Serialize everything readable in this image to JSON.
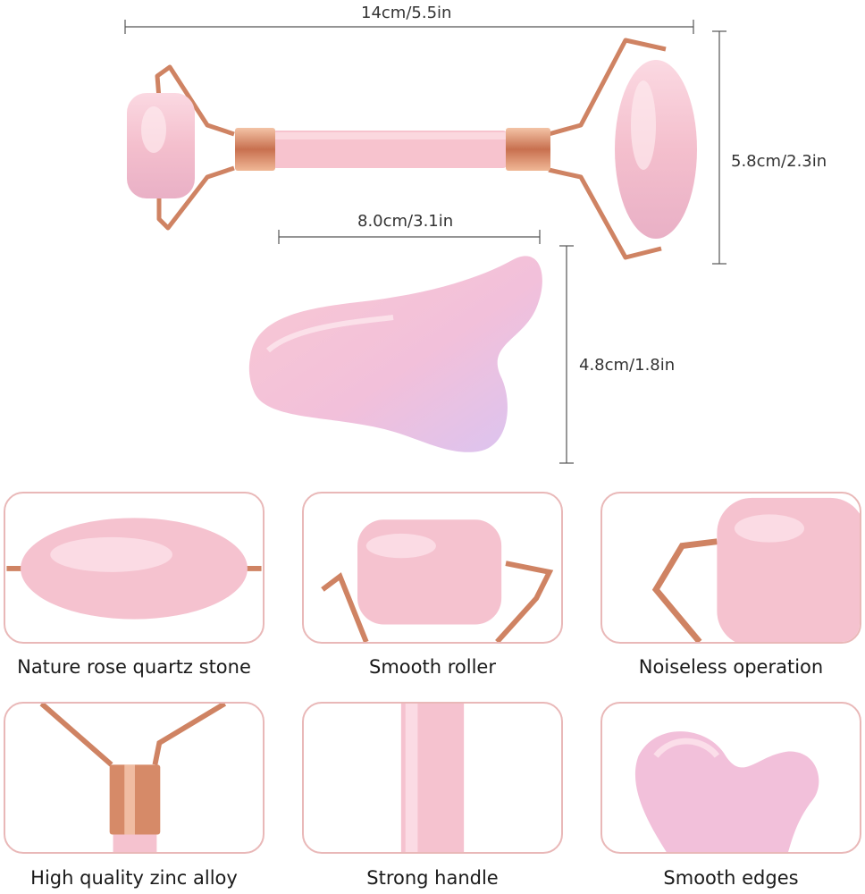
{
  "dimensions": {
    "roller_length": "14cm/5.5in",
    "roller_height": "5.8cm/2.3in",
    "guasha_width": "8.0cm/3.1in",
    "guasha_height": "4.8cm/1.8in"
  },
  "features": [
    {
      "caption": "Nature rose quartz stone"
    },
    {
      "caption": "Smooth roller"
    },
    {
      "caption": "Noiseless operation"
    },
    {
      "caption": "High quality zinc alloy"
    },
    {
      "caption": "Strong handle"
    },
    {
      "caption": "Smooth edges"
    }
  ],
  "colors": {
    "rose_quartz": "#f6c6d2",
    "rose_quartz_light": "#fde4ea",
    "rose_quartz_violet": "#d7c2f0",
    "rose_gold": "#d68a68",
    "card_border": "#e9b8b8"
  }
}
